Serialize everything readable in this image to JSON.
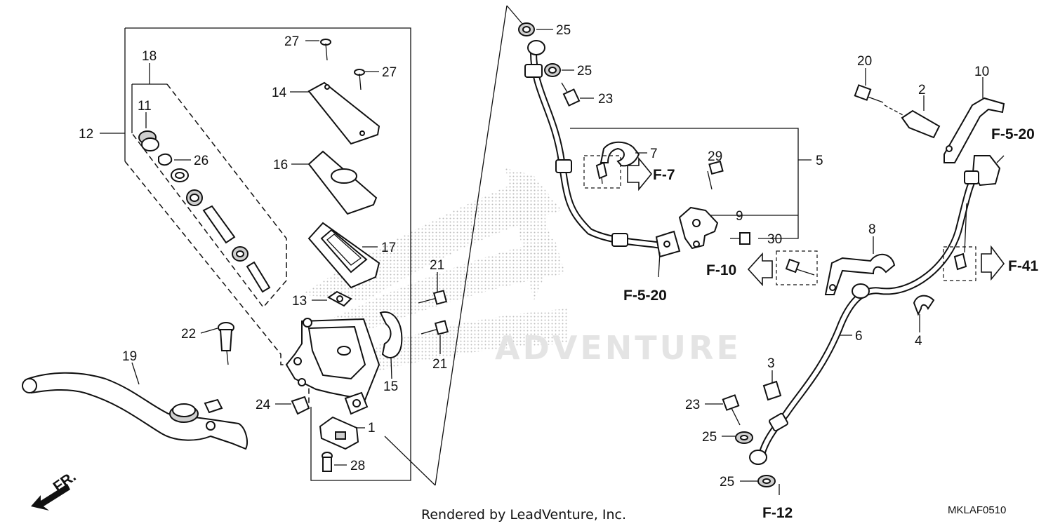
{
  "diagram": {
    "watermark_text": "ADVENTURE",
    "footer_text": "Rendered by LeadVenture, Inc.",
    "diagram_code": "MKLAF0510",
    "front_label": "FR.",
    "callouts": {
      "c1": "1",
      "c2": "2",
      "c3": "3",
      "c4": "4",
      "c5": "5",
      "c6": "6",
      "c7": "7",
      "c8": "8",
      "c9": "9",
      "c10": "10",
      "c11": "11",
      "c12": "12",
      "c13": "13",
      "c14": "14",
      "c15": "15",
      "c16": "16",
      "c17": "17",
      "c18": "18",
      "c19": "19",
      "c20": "20",
      "c21a": "21",
      "c21b": "21",
      "c22": "22",
      "c23a": "23",
      "c23b": "23",
      "c24": "24",
      "c25a": "25",
      "c25b": "25",
      "c25c": "25",
      "c25d": "25",
      "c26": "26",
      "c27a": "27",
      "c27b": "27",
      "c28": "28",
      "c29": "29",
      "c30": "30"
    },
    "refs": {
      "f7": "F-7",
      "f10": "F-10",
      "f41": "F-41",
      "f520a": "F-5-20",
      "f520b": "F-5-20",
      "f12": "F-12"
    }
  }
}
